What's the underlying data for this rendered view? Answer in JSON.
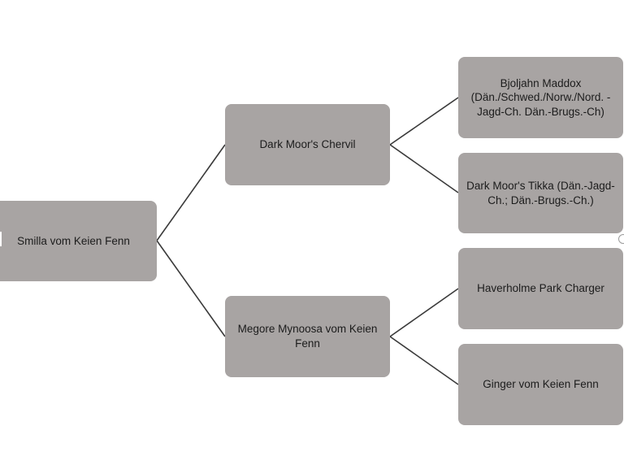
{
  "diagram": {
    "type": "pedigree-tree",
    "root": {
      "label": "Smilla vom Keien Fenn"
    },
    "generation1": {
      "sire": {
        "label": "Dark Moor's Chervil"
      },
      "dam": {
        "label": "Megore Mynoosa vom Keien Fenn"
      }
    },
    "generation2": {
      "sire_sire": {
        "label": "Bjoljahn Maddox (Dän./Schwed./Norw./Nord. -Jagd-Ch. Dän.-Brugs.-Ch)"
      },
      "sire_dam": {
        "label": "Dark Moor's Tikka (Dän.-Jagd-Ch.; Dän.-Brugs.-Ch.)"
      },
      "dam_sire": {
        "label": "Haverholme Park Charger"
      },
      "dam_dam": {
        "label": "Ginger vom Keien Fenn"
      }
    },
    "colors": {
      "node_fill": "#a8a4a3",
      "node_text": "#1c1c1c",
      "connector": "#3a3a3a",
      "background": "#ffffff"
    }
  }
}
